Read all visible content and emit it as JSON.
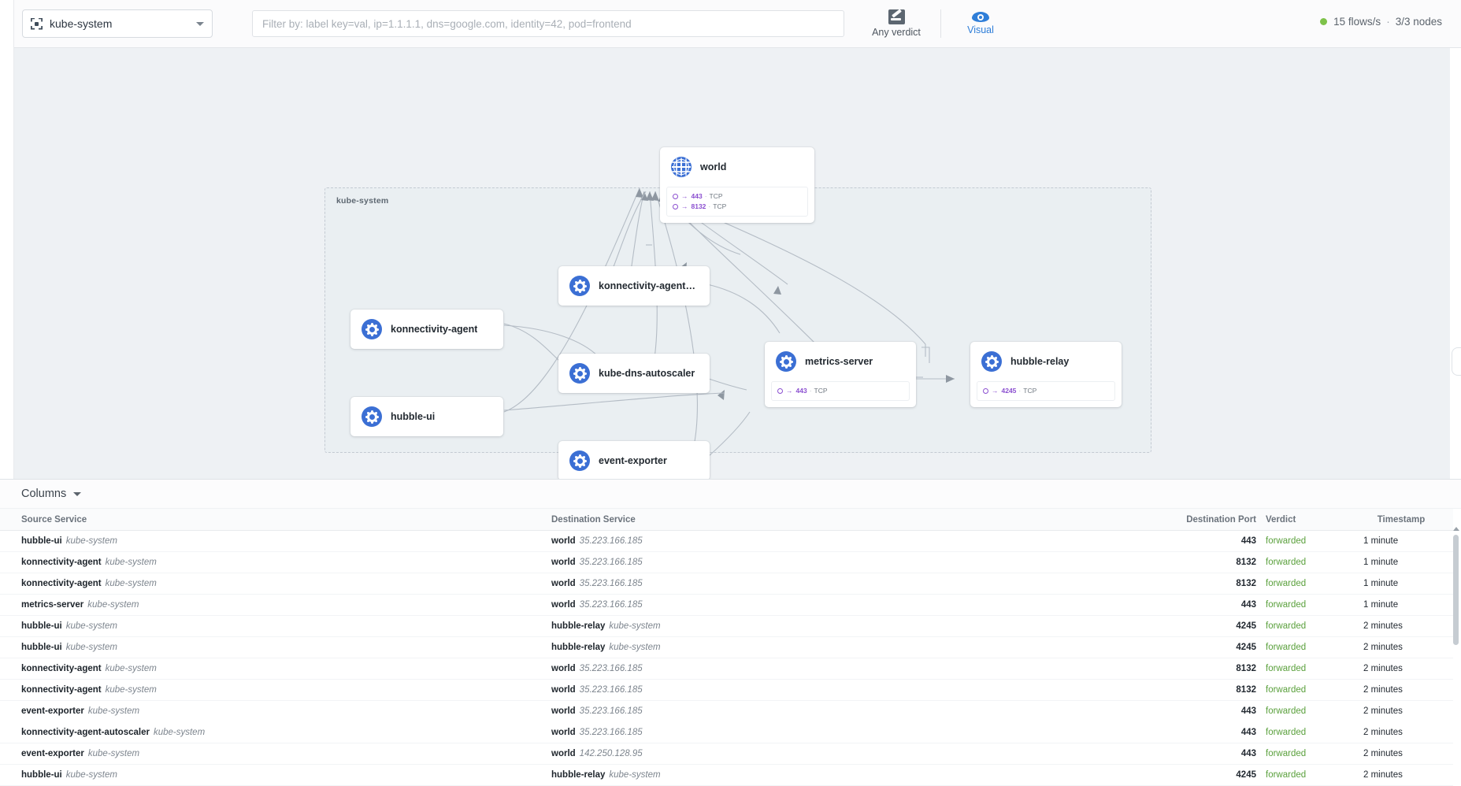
{
  "topbar": {
    "namespace_selector": {
      "value": "kube-system",
      "icon": "kubernetes-icon",
      "caret": "chevron-down-icon"
    },
    "filter": {
      "value": "",
      "placeholder": "Filter by: label key=val, ip=1.1.1.1, dns=google.com, identity=42, pod=frontend"
    },
    "verdict_button": {
      "label": "Any verdict",
      "icon": "gavel-icon"
    },
    "visual_button": {
      "label": "Visual",
      "icon": "eye-icon",
      "active_color": "#2f7ed8"
    },
    "status": {
      "flows": "15 flows/s",
      "separator": "·",
      "nodes": "3/3 nodes",
      "dot_color": "#7ec24a"
    }
  },
  "map": {
    "namespace_box_label": "kube-system",
    "nodes": [
      {
        "id": "world",
        "title": "world",
        "icon": "globe-icon",
        "ports": [
          {
            "port": "443",
            "proto": "TCP",
            "sep": "·",
            "arrow": "→"
          },
          {
            "port": "8132",
            "proto": "TCP",
            "sep": "·",
            "arrow": "→"
          }
        ]
      },
      {
        "id": "konnectivity-agent-autoscaler",
        "title": "konnectivity-agent-autosc…",
        "icon": "kubernetes-icon",
        "ports": []
      },
      {
        "id": "konnectivity-agent",
        "title": "konnectivity-agent",
        "icon": "kubernetes-icon",
        "ports": []
      },
      {
        "id": "kube-dns-autoscaler",
        "title": "kube-dns-autoscaler",
        "icon": "kubernetes-icon",
        "ports": []
      },
      {
        "id": "hubble-ui",
        "title": "hubble-ui",
        "icon": "kubernetes-icon",
        "ports": []
      },
      {
        "id": "event-exporter",
        "title": "event-exporter",
        "icon": "kubernetes-icon",
        "ports": []
      },
      {
        "id": "metrics-server",
        "title": "metrics-server",
        "icon": "kubernetes-icon",
        "ports": [
          {
            "port": "443",
            "proto": "TCP",
            "sep": "·",
            "arrow": "→"
          }
        ]
      },
      {
        "id": "hubble-relay",
        "title": "hubble-relay",
        "icon": "kubernetes-icon",
        "ports": [
          {
            "port": "4245",
            "proto": "TCP",
            "sep": "·",
            "arrow": "→"
          }
        ]
      }
    ]
  },
  "table": {
    "columns_button": "Columns",
    "headers": {
      "source": "Source Service",
      "destination": "Destination Service",
      "port": "Destination Port",
      "verdict": "Verdict",
      "timestamp": "Timestamp"
    },
    "rows": [
      {
        "src": "hubble-ui",
        "src_ns": "kube-system",
        "dst": "world",
        "dst_ns": "35.223.166.185",
        "port": "443",
        "verdict": "forwarded",
        "ts": "1 minute"
      },
      {
        "src": "konnectivity-agent",
        "src_ns": "kube-system",
        "dst": "world",
        "dst_ns": "35.223.166.185",
        "port": "8132",
        "verdict": "forwarded",
        "ts": "1 minute"
      },
      {
        "src": "konnectivity-agent",
        "src_ns": "kube-system",
        "dst": "world",
        "dst_ns": "35.223.166.185",
        "port": "8132",
        "verdict": "forwarded",
        "ts": "1 minute"
      },
      {
        "src": "metrics-server",
        "src_ns": "kube-system",
        "dst": "world",
        "dst_ns": "35.223.166.185",
        "port": "443",
        "verdict": "forwarded",
        "ts": "1 minute"
      },
      {
        "src": "hubble-ui",
        "src_ns": "kube-system",
        "dst": "hubble-relay",
        "dst_ns": "kube-system",
        "port": "4245",
        "verdict": "forwarded",
        "ts": "2 minutes"
      },
      {
        "src": "hubble-ui",
        "src_ns": "kube-system",
        "dst": "hubble-relay",
        "dst_ns": "kube-system",
        "port": "4245",
        "verdict": "forwarded",
        "ts": "2 minutes"
      },
      {
        "src": "konnectivity-agent",
        "src_ns": "kube-system",
        "dst": "world",
        "dst_ns": "35.223.166.185",
        "port": "8132",
        "verdict": "forwarded",
        "ts": "2 minutes"
      },
      {
        "src": "konnectivity-agent",
        "src_ns": "kube-system",
        "dst": "world",
        "dst_ns": "35.223.166.185",
        "port": "8132",
        "verdict": "forwarded",
        "ts": "2 minutes"
      },
      {
        "src": "event-exporter",
        "src_ns": "kube-system",
        "dst": "world",
        "dst_ns": "35.223.166.185",
        "port": "443",
        "verdict": "forwarded",
        "ts": "2 minutes"
      },
      {
        "src": "konnectivity-agent-autoscaler",
        "src_ns": "kube-system",
        "dst": "world",
        "dst_ns": "35.223.166.185",
        "port": "443",
        "verdict": "forwarded",
        "ts": "2 minutes"
      },
      {
        "src": "event-exporter",
        "src_ns": "kube-system",
        "dst": "world",
        "dst_ns": "142.250.128.95",
        "port": "443",
        "verdict": "forwarded",
        "ts": "2 minutes"
      },
      {
        "src": "hubble-ui",
        "src_ns": "kube-system",
        "dst": "hubble-relay",
        "dst_ns": "kube-system",
        "port": "4245",
        "verdict": "forwarded",
        "ts": "2 minutes"
      }
    ]
  }
}
